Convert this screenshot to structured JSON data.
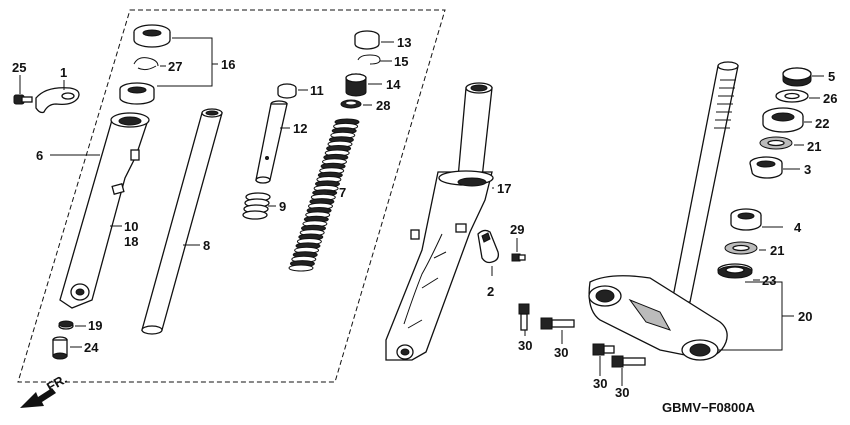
{
  "callouts": {
    "c1": "1",
    "c2": "2",
    "c3": "3",
    "c4": "4",
    "c5": "5",
    "c6": "6",
    "c7": "7",
    "c8": "8",
    "c9": "9",
    "c10": "10",
    "c11": "11",
    "c12": "12",
    "c13": "13",
    "c14": "14",
    "c15": "15",
    "c16": "16",
    "c17": "17",
    "c18": "18",
    "c19": "19",
    "c20": "20",
    "c21a": "21",
    "c21b": "21",
    "c22": "22",
    "c23": "23",
    "c24": "24",
    "c25": "25",
    "c26": "26",
    "c27": "27",
    "c28": "28",
    "c29": "29",
    "c30a": "30",
    "c30b": "30",
    "c30c": "30",
    "c30d": "30"
  },
  "front_label": "FR.",
  "diagram_code": "GBMV−F0800A"
}
